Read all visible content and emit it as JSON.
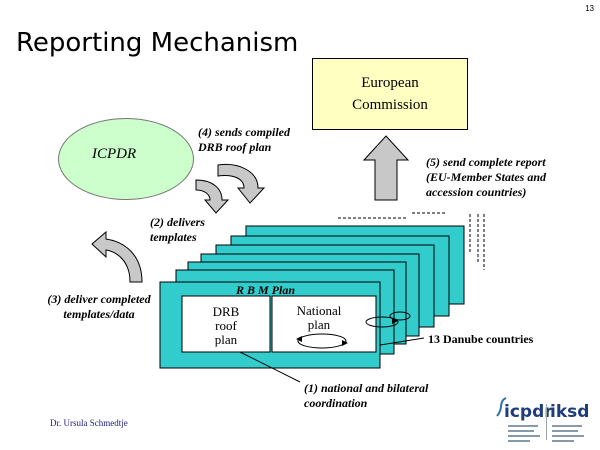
{
  "slide_number": "13",
  "title": "Reporting Mechanism",
  "european_commission": {
    "line1": "European",
    "line2": "Commission"
  },
  "icpdr_label": "ICPDR",
  "steps": {
    "sends_compiled": {
      "line1": "(4) sends compiled",
      "line2": "DRB roof plan"
    },
    "send_complete": {
      "line1": "(5) send complete report",
      "line2": "(EU-Member States and",
      "line3": "accession countries)"
    },
    "delivers_templates": {
      "line1": "(2) delivers",
      "line2": "templates"
    },
    "deliver_completed": {
      "line1": "(3) deliver completed",
      "line2": "templates/data"
    },
    "national_bilateral": {
      "line1": "(1) national and bilateral",
      "line2": "coordination"
    }
  },
  "rbm_plan_label": "R B M Plan",
  "drb_roof_plan": {
    "line1": "DRB",
    "line2": "roof",
    "line3": "plan"
  },
  "national_plan": {
    "line1": "National",
    "line2": "plan"
  },
  "countries_label": "13 Danube countries",
  "author": "Dr. Ursula Schmedtje",
  "logo": {
    "left": "icpdr",
    "right": "iksd"
  },
  "colors": {
    "ec_fill": "#ffffc2",
    "icpdr_fill": "#ccffcc",
    "stack_fill": "#33cccc",
    "arrow_fill": "#c8c8c8"
  }
}
